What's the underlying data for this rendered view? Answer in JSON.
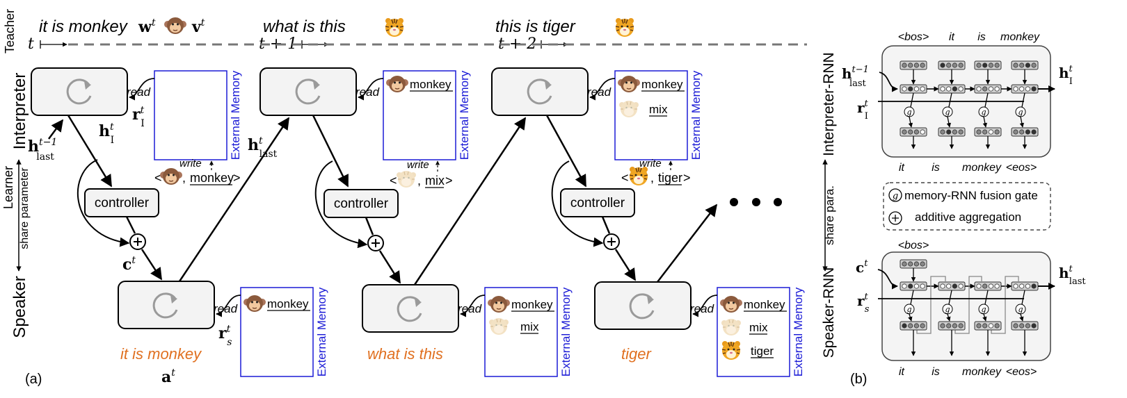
{
  "side_labels": {
    "teacher": "Teacher",
    "learner": "Learner",
    "interpreter": "Interpreter",
    "speaker": "Speaker",
    "share": "share parameter"
  },
  "teacher": {
    "utt1": "it is monkey",
    "w": "w",
    "v": "v",
    "sup_t": "t",
    "utt2": "what is this",
    "utt3": "this is tiger",
    "t": "t",
    "t1": "t + 1",
    "t2": "t + 2"
  },
  "math": {
    "h": "h",
    "r": "r",
    "c": "c",
    "a": "a",
    "t": "t",
    "tm1": "t−1",
    "last": "last",
    "I": "I",
    "s": "s"
  },
  "labels": {
    "read": "read",
    "write": "write",
    "controller": "controller",
    "ext": "External Memory",
    "dots": "• • •"
  },
  "memory": {
    "monkey": "monkey",
    "mix": "mix",
    "tiger": "tiger"
  },
  "speaker_out": {
    "o1": "it is monkey",
    "o2": "what is this",
    "o3": "tiger",
    "color": "#e07020"
  },
  "panels": {
    "a": "(a)",
    "b": "(b)"
  },
  "panel_b": {
    "interp": "Interpreter-RNN",
    "speaker": "Speaker-RNN",
    "share": "share para.",
    "top": [
      "<bos>",
      "it",
      "is",
      "monkey"
    ],
    "bottom": [
      "it",
      "is",
      "monkey",
      "<eos>"
    ],
    "bos": "<bos>",
    "legend_gate": "memory-RNN fusion gate",
    "legend_add": "additive aggregation",
    "g": "g"
  },
  "colors": {
    "memory_border": "#1a1ad6",
    "node_fill": "#f3f3f3",
    "teacher_line": "#777777",
    "orange": "#e07020"
  }
}
